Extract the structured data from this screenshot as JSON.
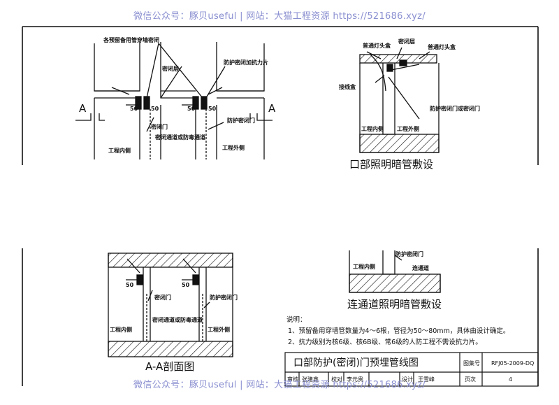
{
  "watermark_top": "微信公众号：豚贝useful | 网站：大猫工程资源 https://521686.xyz/",
  "watermark_bottom": "微信公众号：豚贝useful | 网站：大猫工程资源 https://521686.xyz/",
  "plan": {
    "section_mark": "A",
    "labels": {
      "reserved_pipes": "各预留备用管穿墙密闭",
      "seal_layer": "密闭层",
      "anti_pull": "防护密闭加抗力片",
      "engineering_inside": "工程内侧",
      "engineering_outside": "工程外侧",
      "seal_door": "密闭门",
      "protective_door": "防护密闭门",
      "passage": "密闭通道或防毒通道",
      "dim_50": "50"
    }
  },
  "lighting_detail": {
    "labels": {
      "lamp_box_left": "普通灯头盒",
      "seal_layer": "密闭层",
      "lamp_box_right": "普通灯头盒",
      "junction_box": "接线盒",
      "door": "防护密闭门或密闭门",
      "inside": "工程内侧",
      "outside": "工程外侧"
    },
    "caption": "口部照明暗管敷设"
  },
  "section": {
    "caption": "A-A剖面图",
    "labels": {
      "seal_door": "密闭门",
      "protective_door": "防护密闭门",
      "passage": "密闭通道或防毒通道",
      "inside": "工程内侧",
      "outside": "工程外侧",
      "dim_50": "50"
    }
  },
  "passage_detail": {
    "labels": {
      "protective_door": "防护密闭门",
      "inside": "工程内侧",
      "passage": "连通道"
    },
    "caption": "连通道照明暗管敷设"
  },
  "notes": {
    "title": "说明：",
    "items": [
      "1、预留备用穿墙管数量为4～6根，管径为50～80mm，具体由设计确定。",
      "2、抗力级别为核6级、核6B级、常6级的人防工程不需设抗力片。"
    ]
  },
  "title_block": {
    "title": "口部防护(密闭)门预埋管线图",
    "atlas_label": "图集号",
    "atlas_no": "RFJ05-2009-DQ",
    "page_label": "页次",
    "page_no": "4",
    "roles": [
      "审核",
      "张建鑫",
      "校对",
      "李元贵",
      "设计",
      "王雪峰"
    ]
  }
}
